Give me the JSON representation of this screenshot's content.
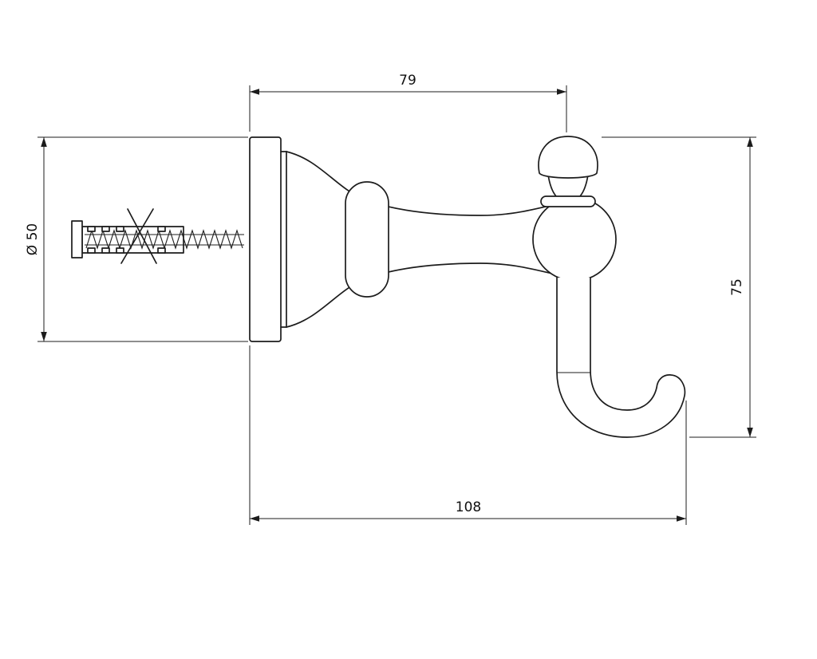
{
  "drawing": {
    "kind": "technical-dimension-drawing",
    "colors": {
      "line": "#1c1c1c",
      "background": "#ffffff"
    }
  },
  "dimensions": {
    "top": {
      "label": "79"
    },
    "bottom": {
      "label": "108"
    },
    "right": {
      "label": "75"
    },
    "left": {
      "label": "Ø 50"
    }
  }
}
